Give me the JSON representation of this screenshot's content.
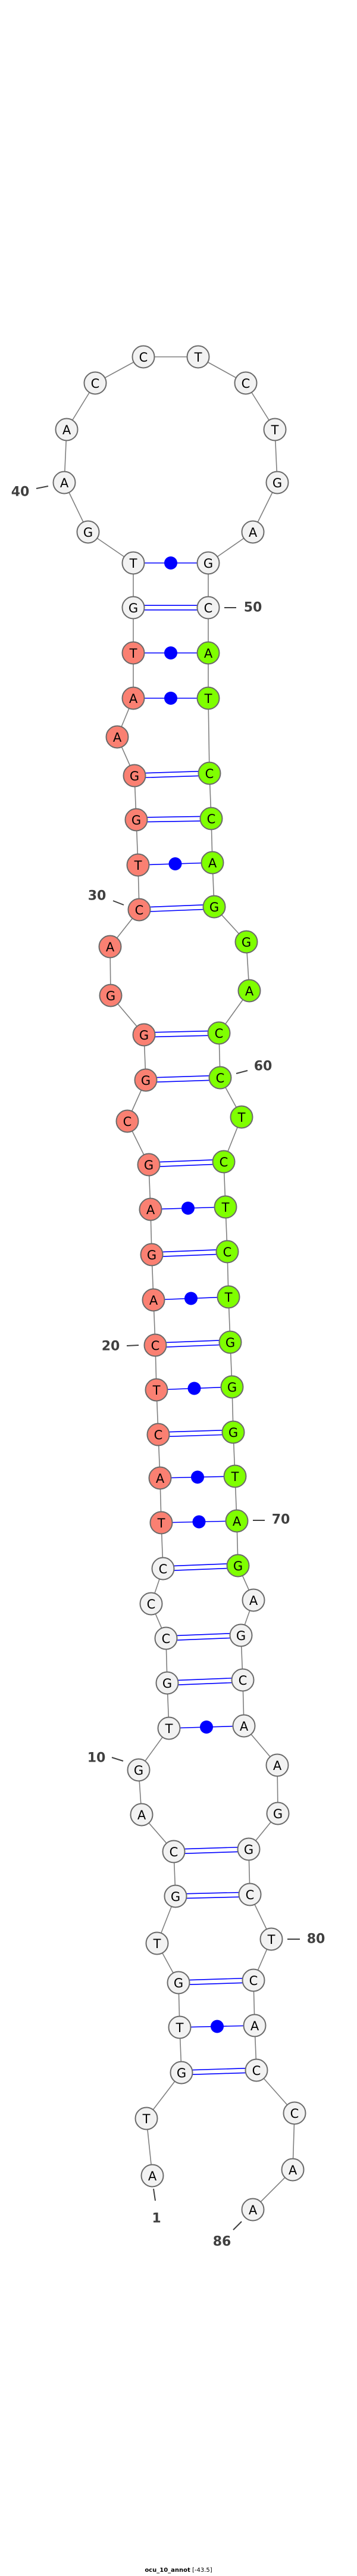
{
  "title": {
    "name": "ocu_10_annot",
    "energy": "[-43.5]"
  },
  "sequence": "ATGTGTGCAGTGCCCTACTCAGAGCGGGACTGGAATGTGAACCTCTGAGCATCCAGGACCTCTCTGGGTAGAGCAAGGCTCACCAA",
  "colors": {
    "default_fill": "#f2f2f2",
    "backbone": "#808080",
    "pair": "#0000ff",
    "label": "#404040"
  },
  "highlights": [
    {
      "from": 16,
      "to": 36,
      "color": "#fa8072"
    },
    {
      "from": 51,
      "to": 71,
      "color": "#7fff00"
    }
  ],
  "pairs": [
    [
      3,
      83
    ],
    [
      4,
      82
    ],
    [
      5,
      81
    ],
    [
      7,
      79
    ],
    [
      8,
      78
    ],
    [
      11,
      75
    ],
    [
      12,
      74
    ],
    [
      13,
      73
    ],
    [
      15,
      71
    ],
    [
      16,
      70
    ],
    [
      17,
      69
    ],
    [
      18,
      68
    ],
    [
      19,
      67
    ],
    [
      20,
      66
    ],
    [
      21,
      65
    ],
    [
      22,
      64
    ],
    [
      23,
      63
    ],
    [
      24,
      62
    ],
    [
      26,
      60
    ],
    [
      27,
      59
    ],
    [
      30,
      56
    ],
    [
      31,
      55
    ],
    [
      32,
      54
    ],
    [
      33,
      53
    ],
    [
      35,
      52
    ],
    [
      36,
      51
    ],
    [
      37,
      50
    ],
    [
      38,
      49
    ]
  ],
  "number_labels": [
    {
      "pos": 1,
      "text": "1"
    },
    {
      "pos": 10,
      "text": "10"
    },
    {
      "pos": 20,
      "text": "20"
    },
    {
      "pos": 30,
      "text": "30"
    },
    {
      "pos": 40,
      "text": "40"
    },
    {
      "pos": 50,
      "text": "50"
    },
    {
      "pos": 60,
      "text": "60"
    },
    {
      "pos": 70,
      "text": "70"
    },
    {
      "pos": 80,
      "text": "80"
    },
    {
      "pos": 86,
      "text": "86"
    }
  ]
}
